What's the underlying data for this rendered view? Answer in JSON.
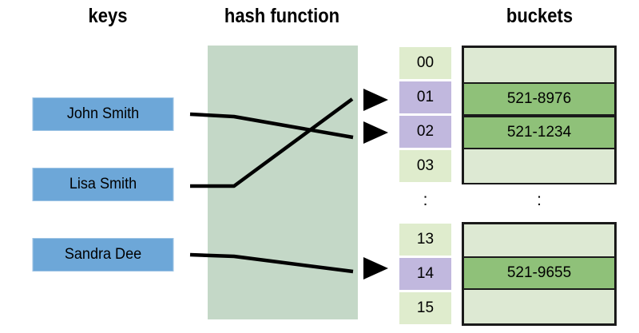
{
  "headings": {
    "keys": "keys",
    "hash_function": "hash function",
    "buckets": "buckets"
  },
  "keys": [
    {
      "label": "John Smith"
    },
    {
      "label": "Lisa Smith"
    },
    {
      "label": "Sandra Dee"
    }
  ],
  "indices": {
    "top": [
      {
        "label": "00",
        "highlighted": false
      },
      {
        "label": "01",
        "highlighted": true
      },
      {
        "label": "02",
        "highlighted": true
      },
      {
        "label": "03",
        "highlighted": false
      }
    ],
    "separator": ":",
    "bottom": [
      {
        "label": "13",
        "highlighted": false
      },
      {
        "label": "14",
        "highlighted": true
      },
      {
        "label": "15",
        "highlighted": false
      }
    ]
  },
  "buckets": {
    "separator": ":",
    "top": [
      {
        "value": "",
        "filled": false
      },
      {
        "value": "521-8976",
        "filled": true
      },
      {
        "value": "521-1234",
        "filled": true
      },
      {
        "value": "",
        "filled": false
      }
    ],
    "bottom": [
      {
        "value": "",
        "filled": false
      },
      {
        "value": "521-9655",
        "filled": true
      },
      {
        "value": "",
        "filled": false
      }
    ]
  },
  "colors": {
    "key_fill": "#6da7d8",
    "hash_panel": "#c4d8c7",
    "index_plain": "#dfeccd",
    "index_marked": "#c1b8de",
    "bucket_empty": "#dde9d3",
    "bucket_filled": "#8fc179",
    "outline": "#1a1a1a"
  },
  "arrows": [
    {
      "name": "arrow-to-01"
    },
    {
      "name": "arrow-to-02"
    },
    {
      "name": "arrow-to-14"
    }
  ]
}
